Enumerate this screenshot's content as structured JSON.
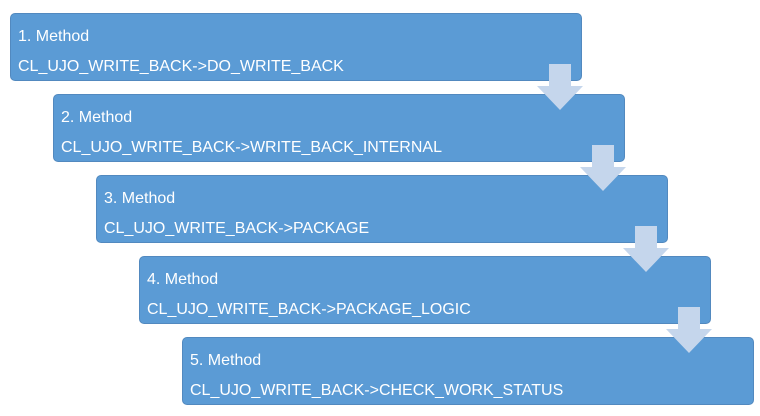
{
  "steps": [
    {
      "title": "1. Method",
      "path": "CL_UJO_WRITE_BACK->DO_WRITE_BACK"
    },
    {
      "title": "2. Method",
      "path": "CL_UJO_WRITE_BACK->WRITE_BACK_INTERNAL"
    },
    {
      "title": "3. Method",
      "path": "CL_UJO_WRITE_BACK->PACKAGE"
    },
    {
      "title": "4. Method",
      "path": "CL_UJO_WRITE_BACK->PACKAGE_LOGIC"
    },
    {
      "title": "5. Method",
      "path": "CL_UJO_WRITE_BACK->CHECK_WORK_STATUS"
    }
  ],
  "colors": {
    "box_fill": "#5b9bd5",
    "box_border": "#5289bf",
    "arrow_fill": "#c5d6ec",
    "text": "#ffffff"
  },
  "icons": {
    "connector": "arrow-down-icon"
  }
}
